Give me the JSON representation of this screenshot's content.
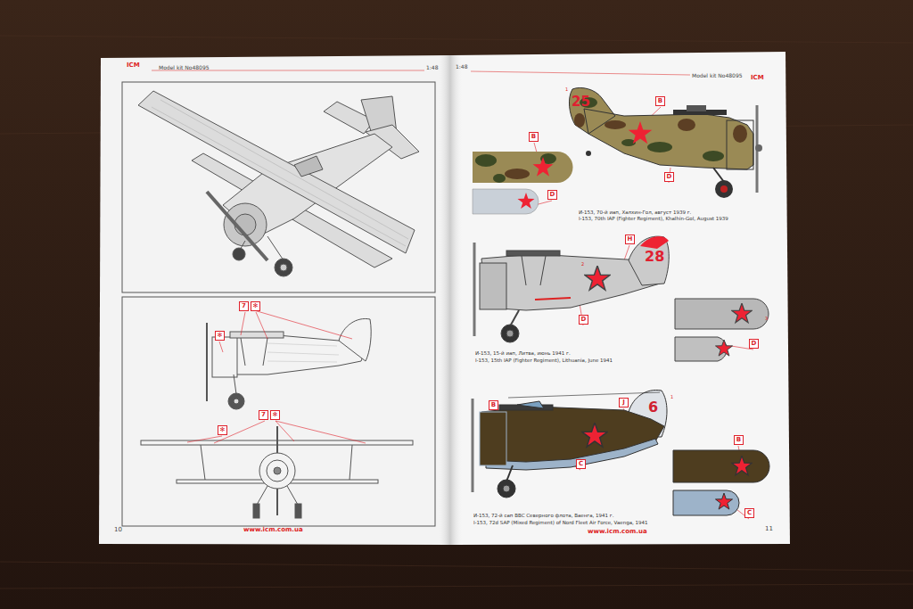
{
  "diagram": {
    "nodes": [
      {
        "text": [
          "7"
        ]
      },
      {
        "text": [
          "✻"
        ]
      },
      {
        "text": [
          "✻"
        ]
      },
      {
        "text": [
          "7"
        ]
      },
      {
        "text": [
          "✻"
        ]
      },
      {
        "text": [
          "✻"
        ]
      },
      {
        "text": [
          "B"
        ]
      },
      {
        "text": [
          "B"
        ]
      },
      {
        "text": [
          "D"
        ]
      },
      {
        "text": [
          "D"
        ]
      },
      {
        "text": [
          "H"
        ]
      },
      {
        "text": [
          "D"
        ]
      },
      {
        "text": [
          "D"
        ]
      },
      {
        "text": [
          "B"
        ]
      },
      {
        "text": [
          "J"
        ]
      },
      {
        "text": [
          "B"
        ]
      },
      {
        "text": [
          "C"
        ]
      },
      {
        "text": [
          "C"
        ]
      }
    ],
    "labels": [
      "Model kit No48095",
      "1:48",
      "ICM",
      "10",
      "www.icm.com.ua",
      "1:48",
      "Model kit No48095",
      "ICM",
      "www.icm.com.ua",
      "11",
      "25",
      "И-153, 70-й иап, Халхин-Гол, август 1939 г.",
      "I-153, 70th IAP (Fighter Regiment), Khalhin-Gol, August 1939",
      "28",
      "И-153, 15-й иап, Литва, июнь 1941 г.",
      "I-153, 15th IAP (Fighter Regiment), Lithuania, June 1941",
      "6",
      "И-153, 72-й сап ВВС Северного флота, Ваенга, 1941 г.",
      "I-153, 72d SAP (Mixed Regiment) of Nord Fleet Air Force, Vaenga, 1941",
      "1",
      "2",
      "3",
      "1"
    ]
  }
}
